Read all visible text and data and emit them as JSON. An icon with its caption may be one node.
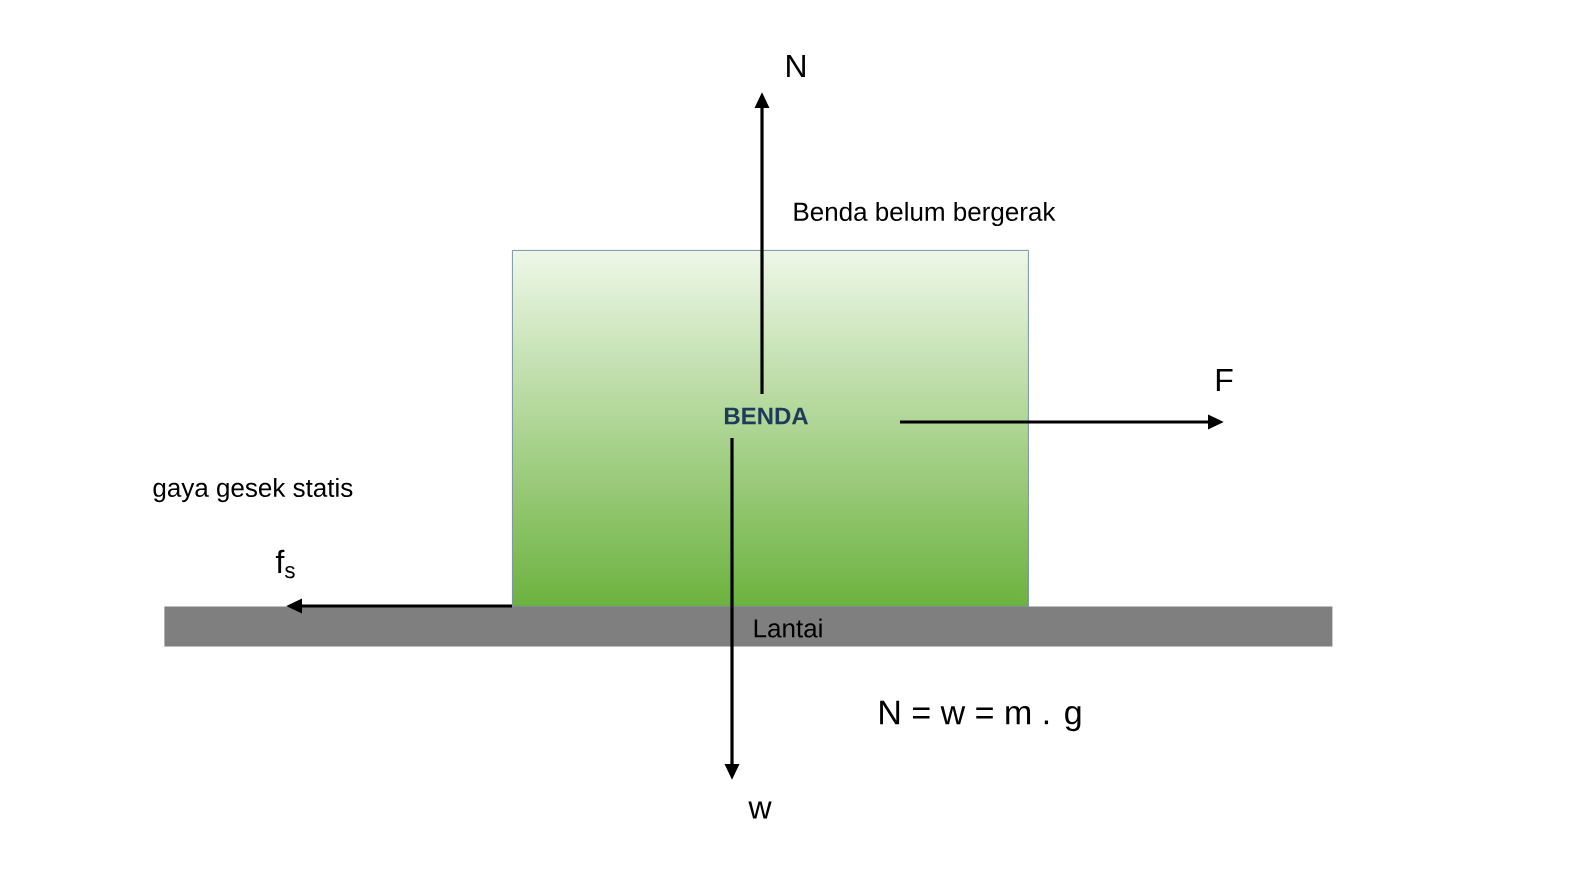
{
  "diagram": {
    "nodes": [
      {
        "text": [
          "BENDA"
        ]
      },
      {
        "text": [
          "Lantai"
        ]
      }
    ],
    "labels": [
      "N",
      "Benda belum bergerak",
      "F",
      "gaya gesek statis",
      "f$_{s}$",
      "N = w = m . g",
      "w"
    ]
  }
}
